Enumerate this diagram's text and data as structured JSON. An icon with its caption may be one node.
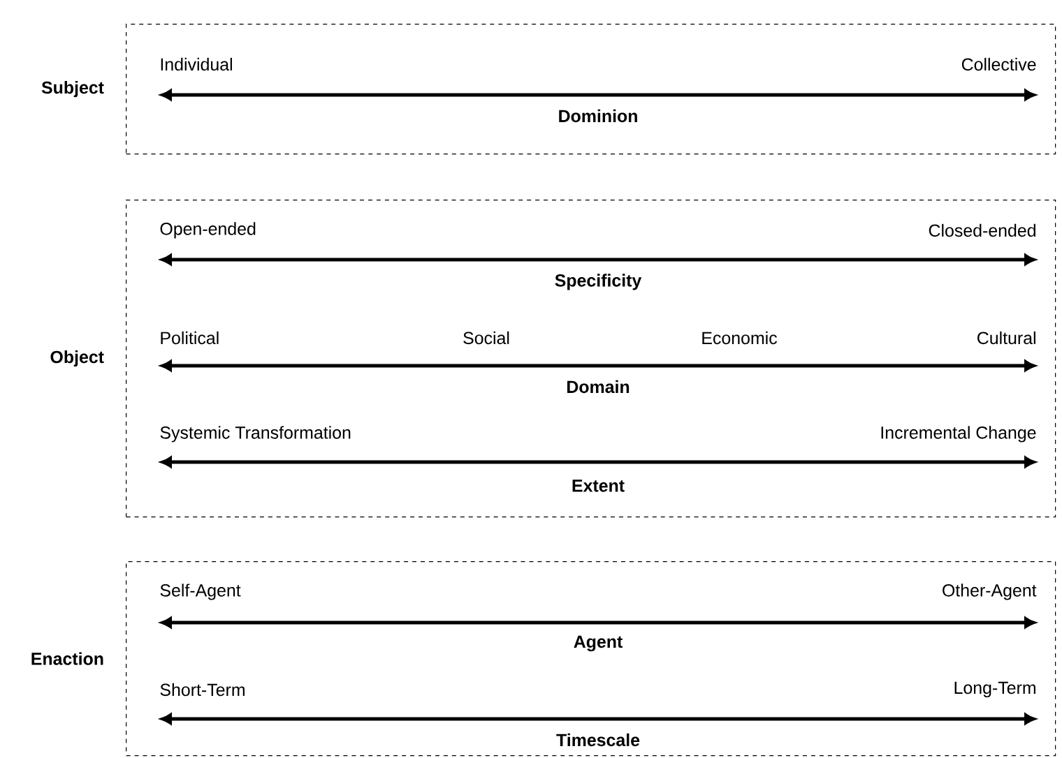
{
  "diagram": {
    "nodes": [
      {
        "text": [
          "Subject"
        ]
      },
      {
        "text": [
          "Object"
        ]
      },
      {
        "text": [
          "Enaction"
        ]
      }
    ],
    "labels": [
      "Individual",
      "Collective",
      "Dominion",
      "Open-ended",
      "Closed-ended",
      "Specificity",
      "Political",
      "Social",
      "Economic",
      "Cultural",
      "Domain",
      "Systemic Transformation",
      "Incremental Change",
      "Extent",
      "Self-Agent",
      "Other-Agent",
      "Agent",
      "Short-Term",
      "Long-Term",
      "Timescale"
    ]
  }
}
